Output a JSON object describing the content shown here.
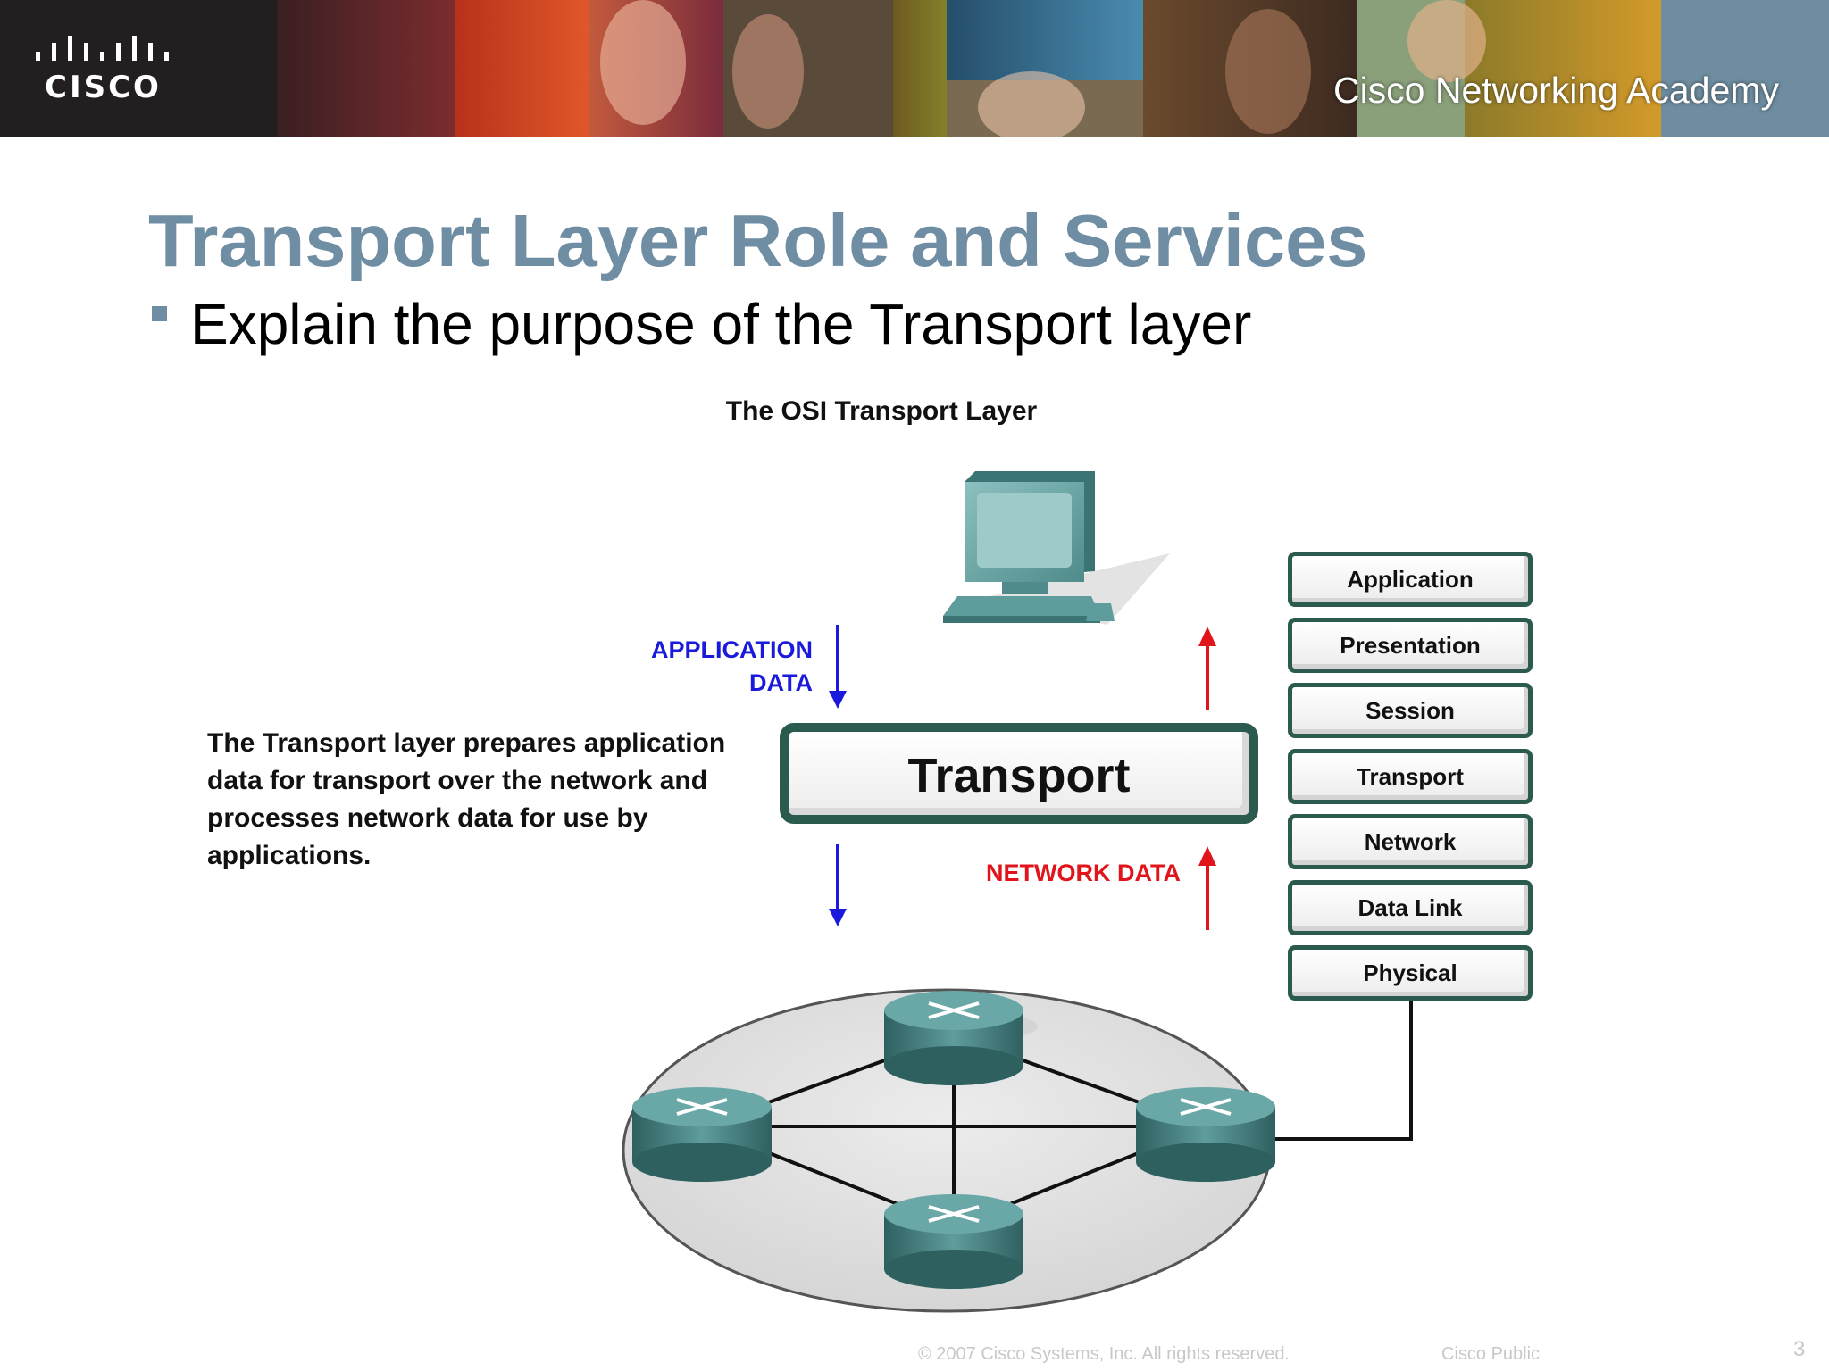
{
  "header": {
    "logo_text": "CISCO",
    "academy_text": "Cisco Networking Academy"
  },
  "slide": {
    "title": "Transport Layer Role and Services",
    "bullet": "Explain the purpose of the Transport layer",
    "page_number": "3"
  },
  "diagram": {
    "title": "The OSI Transport Layer",
    "description": "The Transport layer prepares application data for transport over the network and processes network data for use by applications.",
    "application_data_line1": "APPLICATION",
    "application_data_line2": "DATA",
    "network_data": "NETWORK DATA",
    "transport_box": "Transport",
    "osi_layers": [
      "Application",
      "Presentation",
      "Session",
      "Transport",
      "Network",
      "Data Link",
      "Physical"
    ]
  },
  "footer": {
    "copyright": "© 2007 Cisco Systems, Inc. All rights reserved.",
    "classification": "Cisco Public"
  },
  "colors": {
    "title": "#6f8ea3",
    "layer_border": "#2b5a4e",
    "application_data": "#1a1adc",
    "network_data": "#e0141a",
    "device": "#4f8b8b"
  }
}
